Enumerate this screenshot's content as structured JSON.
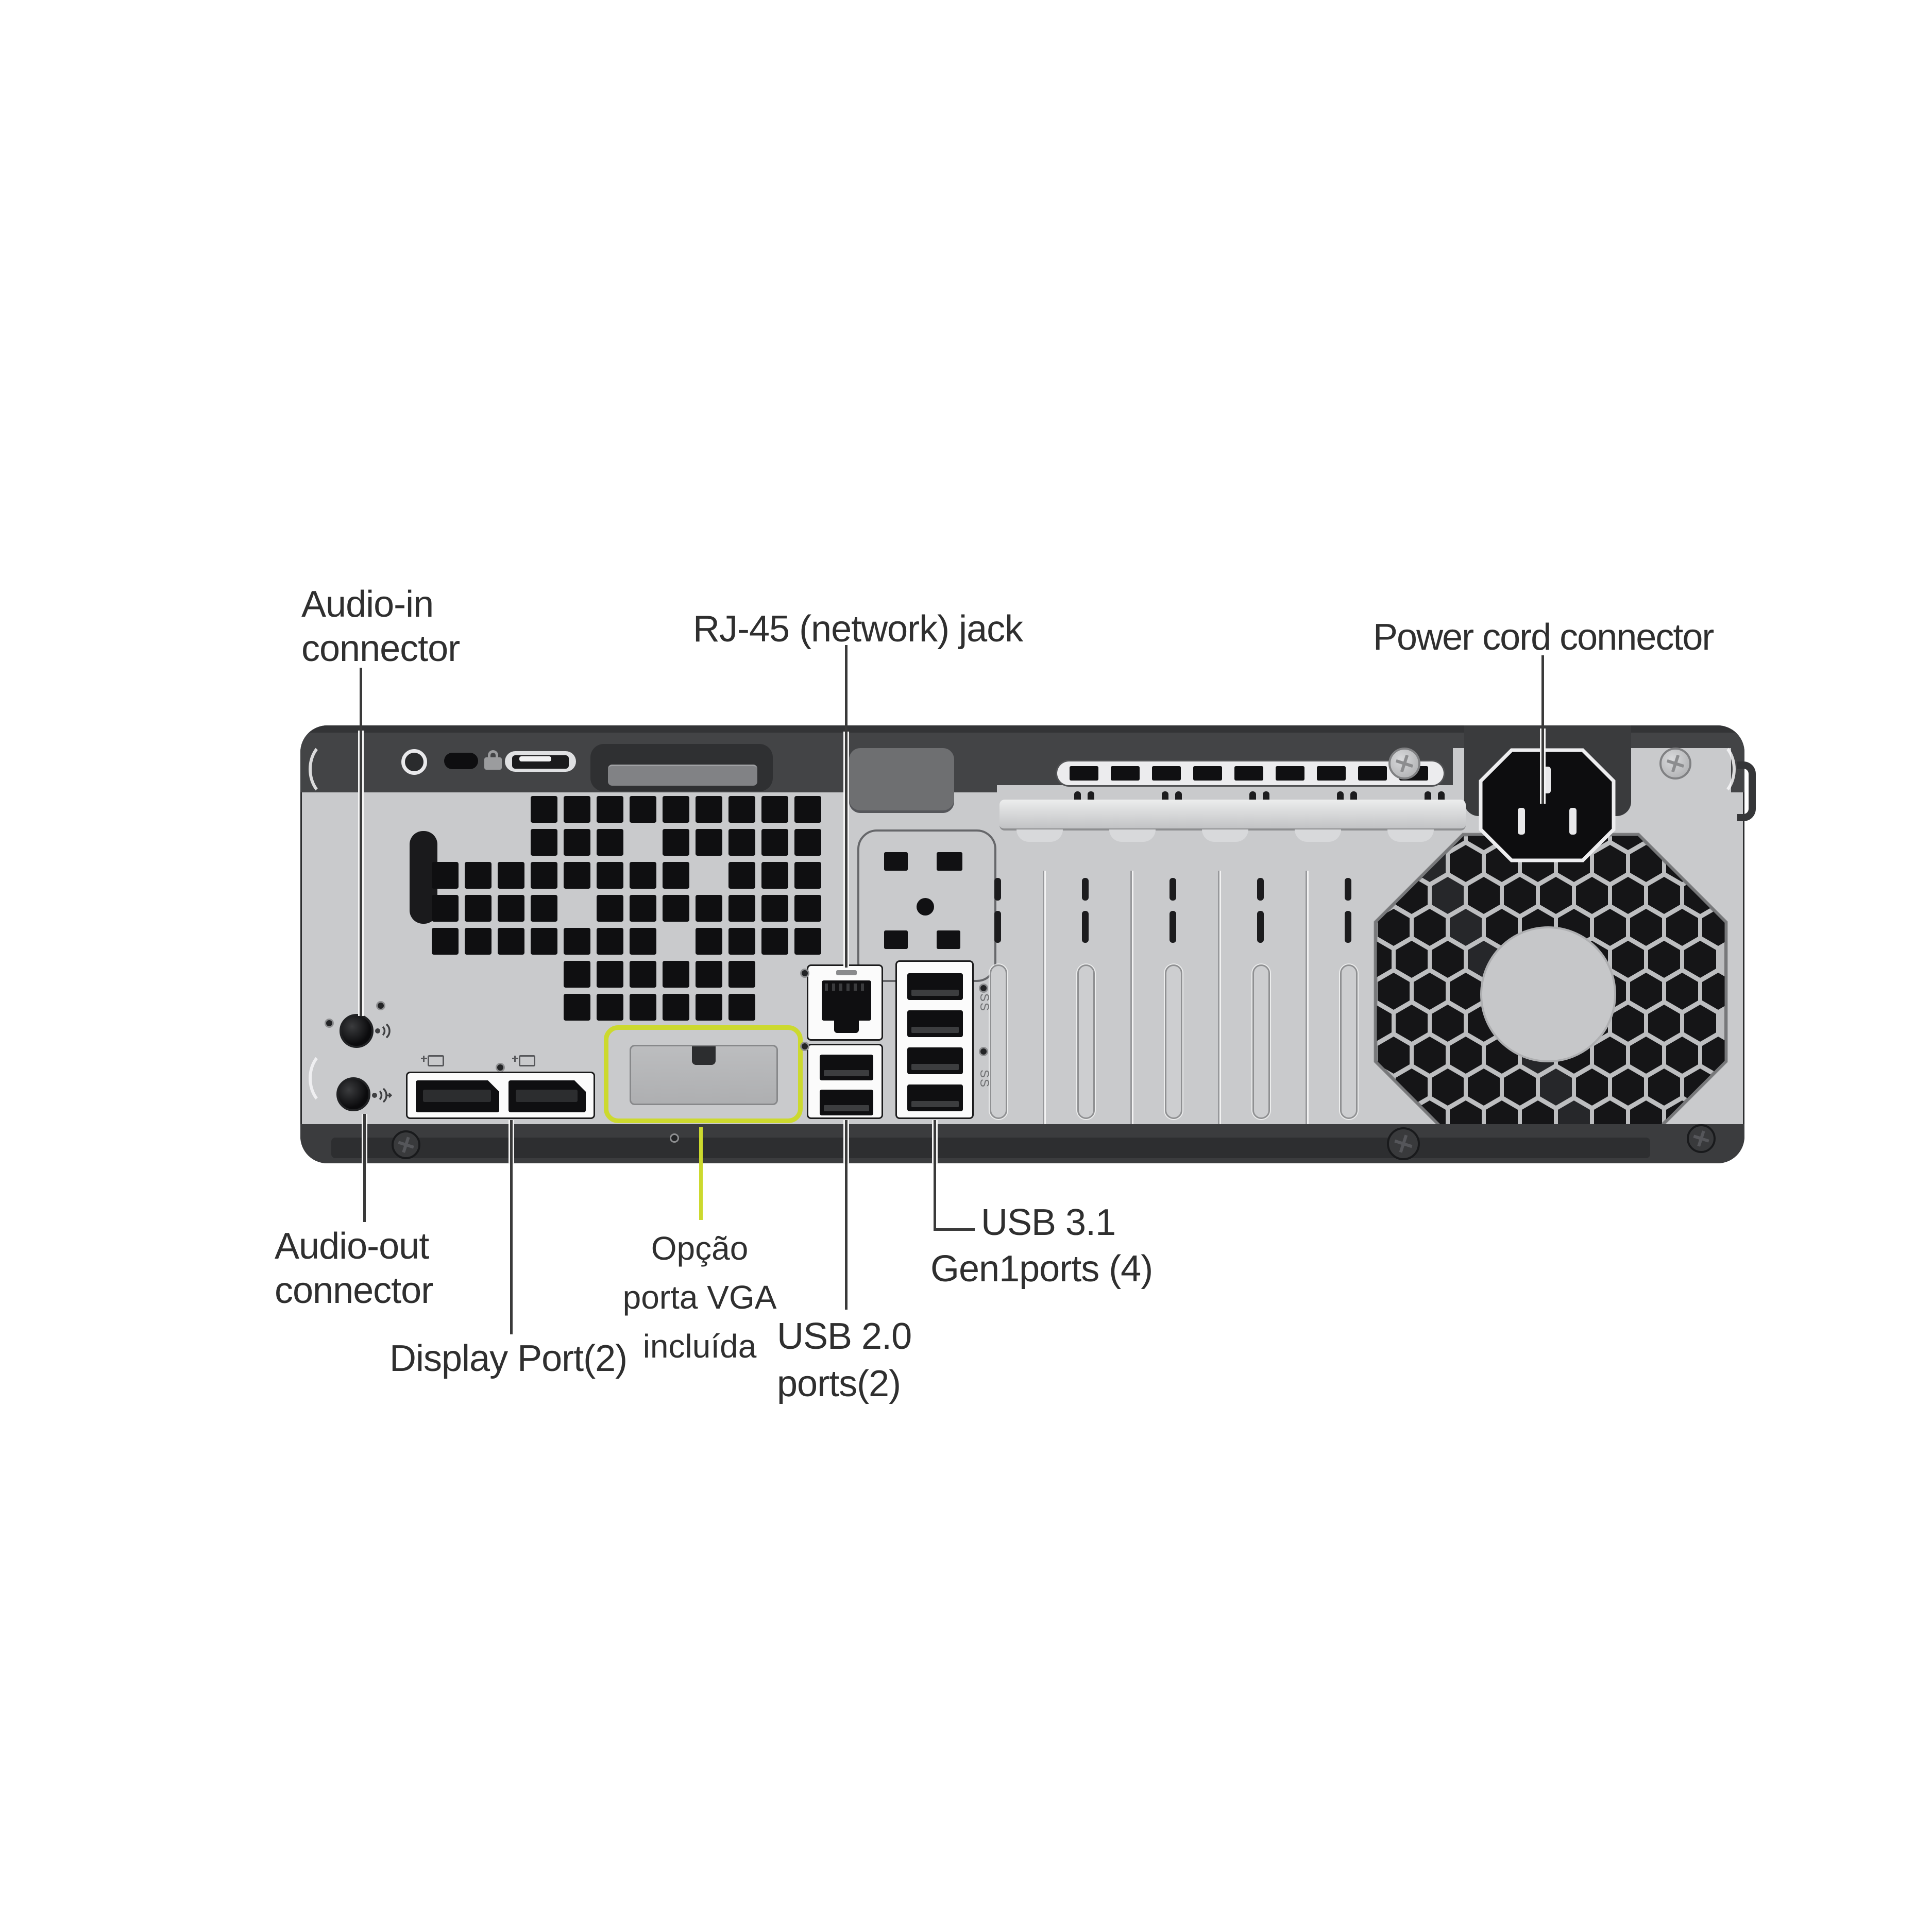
{
  "colors": {
    "background": "#ffffff",
    "chassis_dark": "#3b3c3e",
    "panel_silver": "#c9cacc",
    "bezel_white": "#fbfbfb",
    "port_black": "#0f0f11",
    "highlight_yellow": "#ccd92e",
    "label_text": "#2f2f2f",
    "leader_line": "#3a3a3a"
  },
  "labels": {
    "audio_in": {
      "lines": [
        "Audio-in",
        "connector"
      ]
    },
    "rj45": {
      "text": "RJ-45 (network) jack"
    },
    "power": {
      "text": "Power cord connector"
    },
    "audio_out": {
      "lines": [
        "Audio-out",
        "connector"
      ]
    },
    "display_port": {
      "text": "Display Port(2)"
    },
    "vga_option": {
      "lines": [
        "Opção",
        "porta VGA",
        "incluída"
      ]
    },
    "usb2": {
      "lines": [
        "USB 2.0",
        "ports(2)"
      ]
    },
    "usb31": {
      "lines": [
        "USB 3.1",
        "Gen1ports (4)"
      ]
    }
  },
  "port_markings": {
    "usb_superspeed": "SS"
  },
  "icons": {
    "padlock": "lock",
    "security_loop": "ring",
    "audio_in_jack": "line-in",
    "audio_out_jack": "line-out",
    "displayport": "DP+",
    "rj45_jack": "network",
    "screw_phillips": "+",
    "fan_grille": "hexagon-honeycomb",
    "power_inlet": "C14-octagon"
  }
}
